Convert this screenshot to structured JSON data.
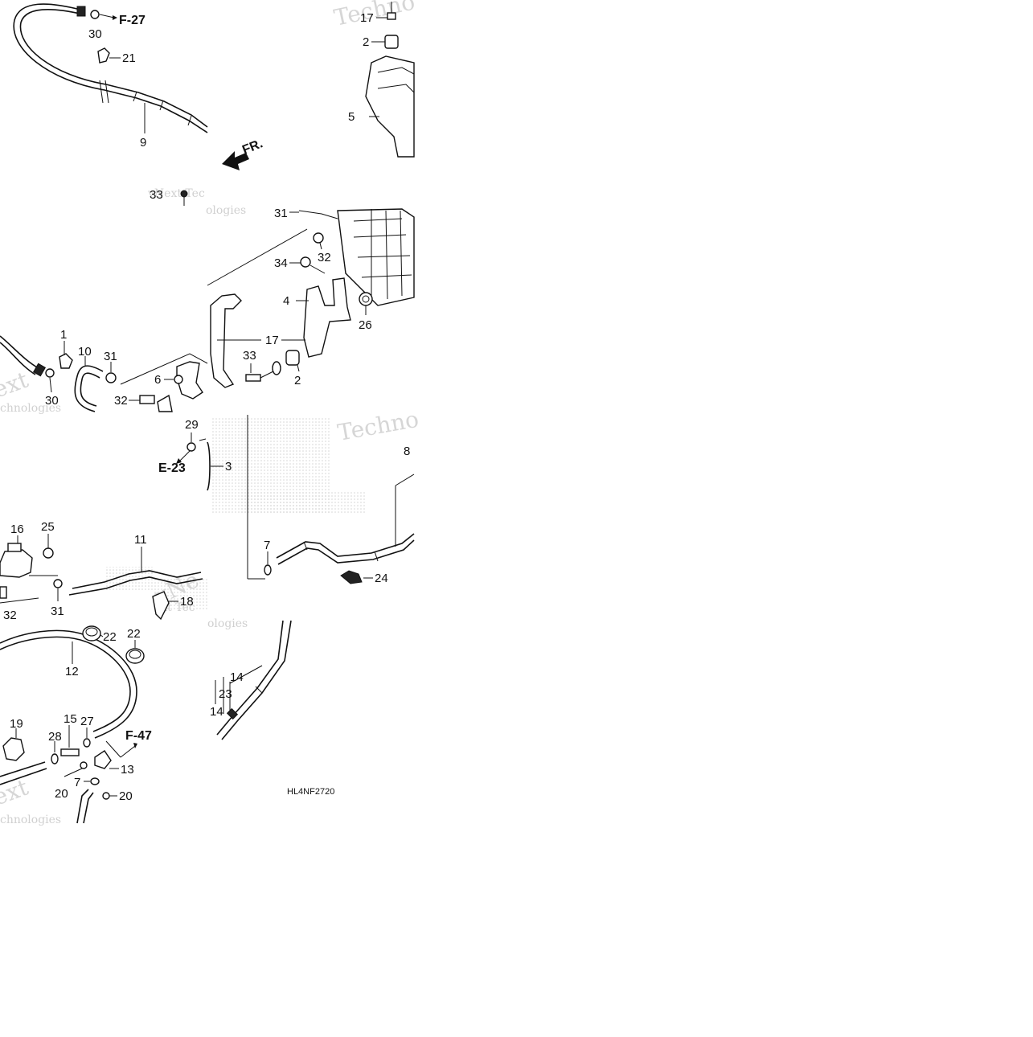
{
  "diagram_code": "HL4NF2720",
  "watermark": {
    "words": [
      "Techno",
      "vNext Tec",
      "ologies",
      "ext",
      "chnologies",
      "Techno",
      "vNe",
      "ext Tec",
      "ologies",
      "ext",
      "chnologies"
    ]
  },
  "direction_label": "FR.",
  "references": {
    "f27": "F-27",
    "e23": "E-23",
    "f47": "F-47"
  },
  "callouts": {
    "c30a": "30",
    "c21": "21",
    "c9": "9",
    "c17a": "17",
    "c2a": "2",
    "c5": "5",
    "c33a": "33",
    "c31a": "31",
    "c32a": "32",
    "c34": "34",
    "c4": "4",
    "c26": "26",
    "c17b": "17",
    "c33b": "33",
    "c2b": "2",
    "c1": "1",
    "c10": "10",
    "c31b": "31",
    "c6": "6",
    "c30b": "30",
    "c32b": "32",
    "c29": "29",
    "c3": "3",
    "c8": "8",
    "c16": "16",
    "c25": "25",
    "c11": "11",
    "c31c": "31",
    "c32c": "32",
    "c18": "18",
    "c7a": "7",
    "c24": "24",
    "c22a": "22",
    "c22b": "22",
    "c12": "12",
    "c19": "19",
    "c28": "28",
    "c15": "15",
    "c27": "27",
    "c13": "13",
    "c20a": "20",
    "c7b": "7",
    "c20b": "20",
    "c14a": "14",
    "c23": "23",
    "c14b": "14"
  },
  "colors": {
    "ink": "#111111",
    "watermark": "#d6d6d6",
    "background": "#ffffff"
  }
}
